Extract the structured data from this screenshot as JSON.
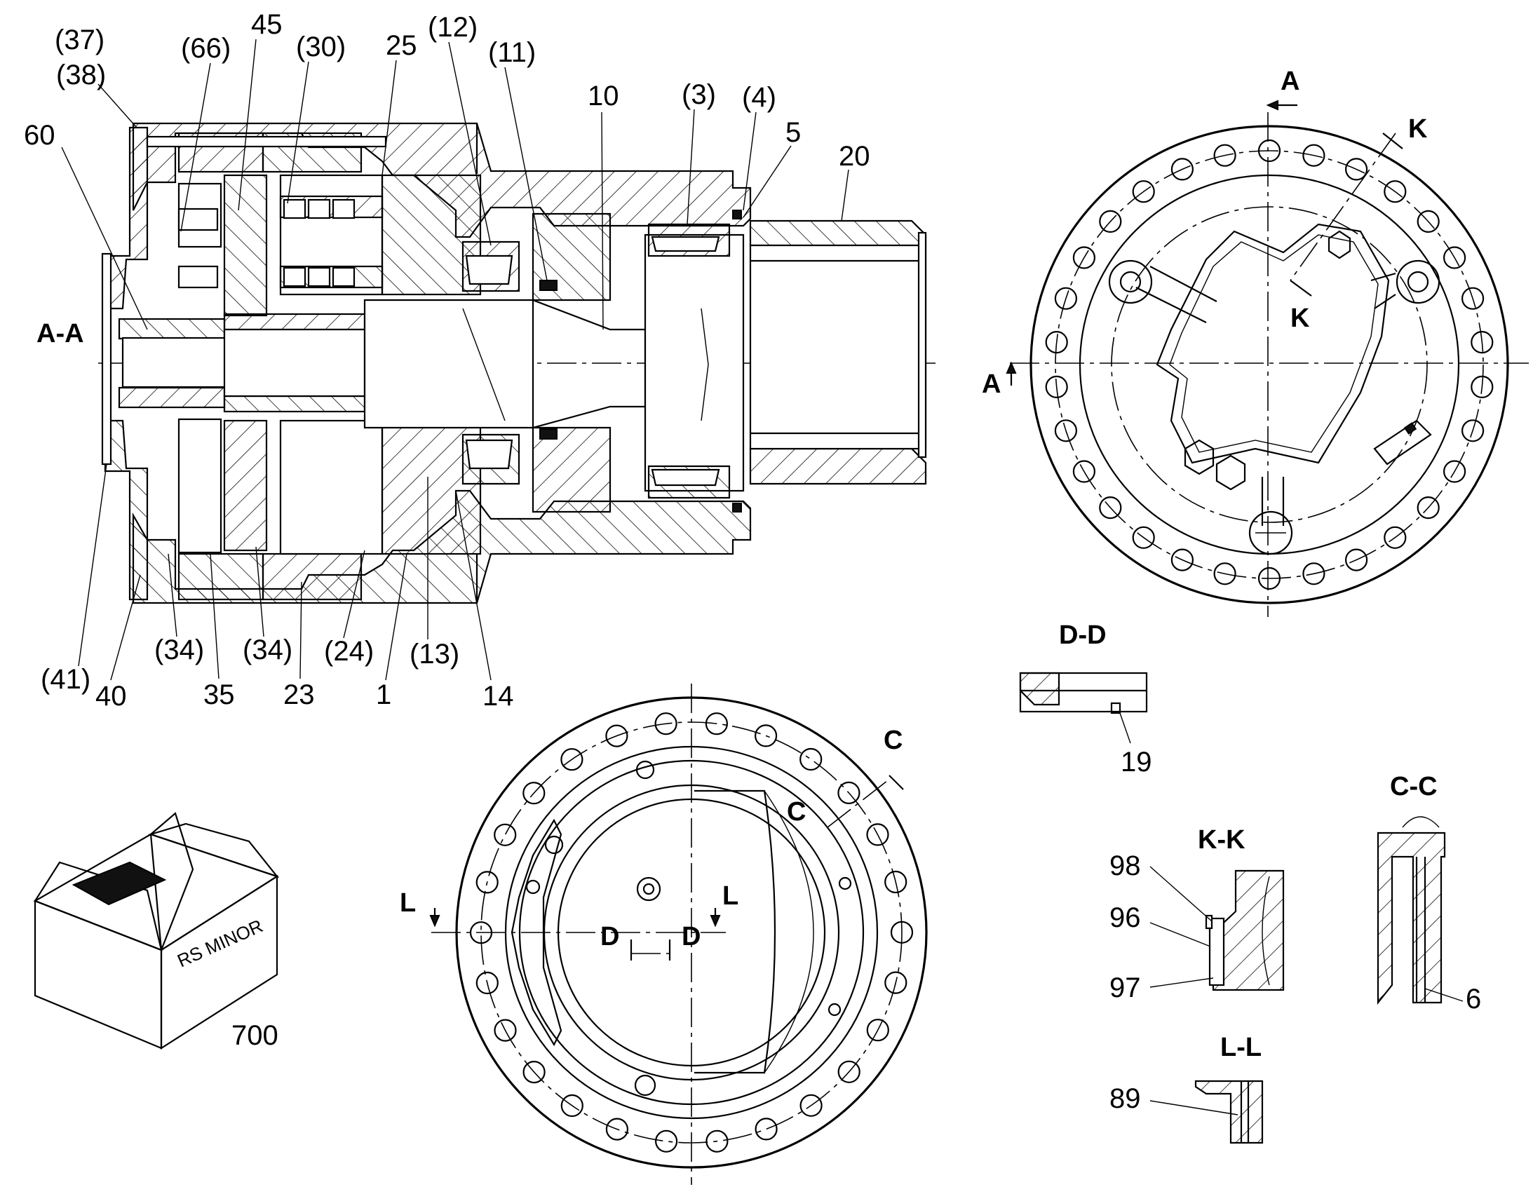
{
  "section_labels": {
    "aa": "A-A",
    "dd": "D-D",
    "kk": "K-K",
    "cc": "C-C",
    "ll": "L-L"
  },
  "cut_markers": {
    "a": "A",
    "k": "K",
    "c": "C",
    "d": "D",
    "l": "L"
  },
  "callouts_main": [
    "(37)",
    "(38)",
    "60",
    "(66)",
    "45",
    "(30)",
    "25",
    "(12)",
    "(11)",
    "10",
    "(3)",
    "(4)",
    "5",
    "20",
    "(41)",
    "40",
    "(34)",
    "35",
    "(34)",
    "23",
    "(24)",
    "1",
    "(13)",
    "14"
  ],
  "callouts_detail": {
    "dd": "19",
    "kk_top": "98",
    "kk_mid": "96",
    "kk_bot": "97",
    "cc": "6",
    "ll": "89",
    "box": "700"
  },
  "box_text": "RS MINOR"
}
